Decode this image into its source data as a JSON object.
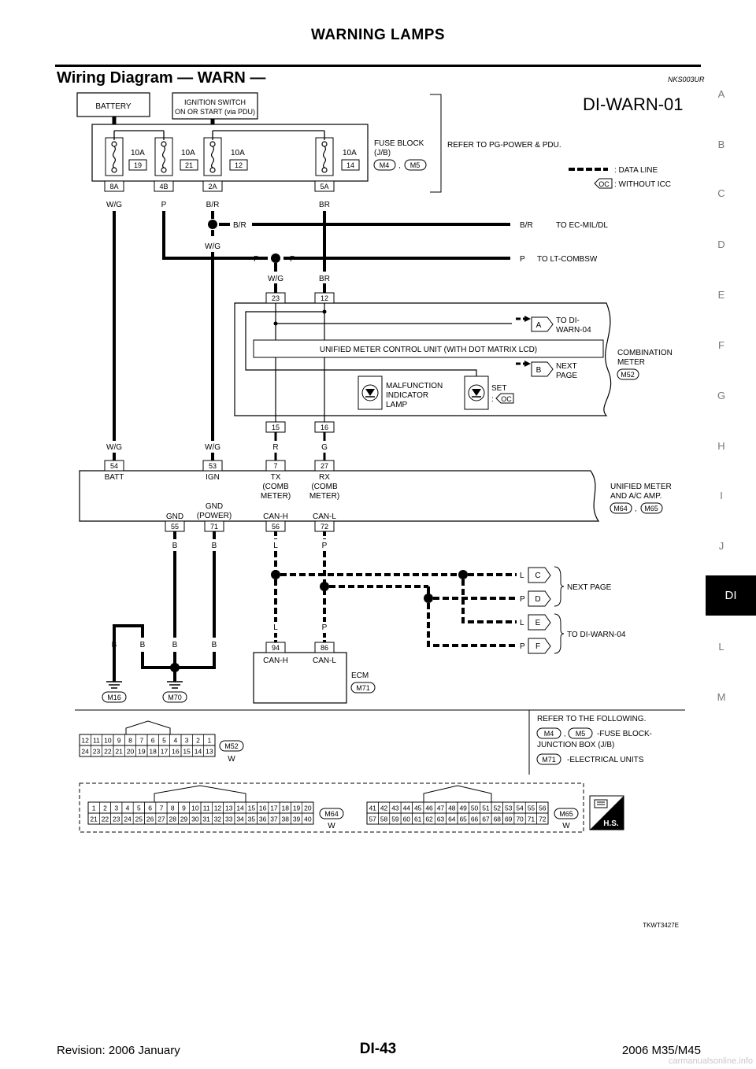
{
  "header": {
    "title": "WARNING LAMPS"
  },
  "section": {
    "title": "Wiring Diagram — WARN —",
    "code": "NKS003UR"
  },
  "side_index": [
    "A",
    "B",
    "C",
    "D",
    "E",
    "F",
    "G",
    "H",
    "I",
    "J",
    "DI",
    "L",
    "M"
  ],
  "side_index_active": "DI",
  "diagram": {
    "id": "DI-WARN-01",
    "battery": "BATTERY",
    "ignition_line1": "IGNITION SWITCH",
    "ignition_line2": "ON OR START (via PDU)",
    "fuse_block_line1": "FUSE BLOCK",
    "fuse_block_line2": "(J/B)",
    "fuse_conn_1": "M4",
    "fuse_conn_2": "M5",
    "comma": ",",
    "refer_pg": "REFER TO PG-POWER & PDU.",
    "legend_data_line": ": DATA LINE",
    "legend_oc_tag": "OC",
    "legend_without_icc": ": WITHOUT ICC",
    "fuses": [
      {
        "amp": "10A",
        "num": "19",
        "term": "8A"
      },
      {
        "amp": "10A",
        "num": "21",
        "term": "4B"
      },
      {
        "amp": "10A",
        "num": "12",
        "term": "2A"
      },
      {
        "amp": "10A",
        "num": "14",
        "term": "5A"
      }
    ],
    "wire_wg": "W/G",
    "wire_p": "P",
    "wire_br_slash": "B/R",
    "wire_br": "BR",
    "wire_r": "R",
    "wire_g": "G",
    "wire_b": "B",
    "wire_l": "L",
    "to_ec_mil": "TO EC-MIL/DL",
    "to_lt_combsw": "TO LT-COMBSW",
    "meter_term_23": "23",
    "meter_term_12": "12",
    "meter_term_15": "15",
    "meter_term_16": "16",
    "unified_ctrl": "UNIFIED METER CONTROL UNIT (WITH DOT MATRIX LCD)",
    "tag_a": "A",
    "tag_b": "B",
    "tag_c": "C",
    "tag_d": "D",
    "tag_e": "E",
    "tag_f": "F",
    "to_di_warn04_l1": "TO DI-",
    "to_di_warn04_l2": "WARN-04",
    "next_page_l1": "NEXT",
    "next_page_l2": "PAGE",
    "combination_l1": "COMBINATION",
    "combination_l2": "METER",
    "combination_conn": "M52",
    "mil_l1": "MALFUNCTION",
    "mil_l2": "INDICATOR",
    "mil_l3": "LAMP",
    "set_label": "SET",
    "set_colon": ":",
    "amp_terms": [
      {
        "num": "54",
        "name1": "BATT"
      },
      {
        "num": "53",
        "name1": "IGN"
      },
      {
        "num": "7",
        "name1": "TX",
        "name2": "(COMB",
        "name3": "METER)"
      },
      {
        "num": "27",
        "name1": "RX",
        "name2": "(COMB",
        "name3": "METER)"
      }
    ],
    "amp_label_l1": "UNIFIED METER",
    "amp_label_l2": "AND A/C AMP.",
    "amp_conn_1": "M64",
    "amp_conn_2": "M65",
    "amp_bottom_terms": [
      {
        "num": "55",
        "name": "GND"
      },
      {
        "num": "71",
        "name": "GND",
        "name2": "(POWER)"
      },
      {
        "num": "56",
        "name": "CAN-H"
      },
      {
        "num": "72",
        "name": "CAN-L"
      }
    ],
    "next_page_cd": "NEXT PAGE",
    "to_di_warn04": "TO DI-WARN-04",
    "ecm_terms": [
      {
        "num": "94",
        "name": "CAN-H"
      },
      {
        "num": "86",
        "name": "CAN-L"
      }
    ],
    "ecm_label": "ECM",
    "ecm_conn": "M71",
    "ground_m16": "M16",
    "ground_m70": "M70",
    "refer_following": "REFER TO THE FOLLOWING.",
    "ref_m4": "M4",
    "ref_m5": "M5",
    "ref_fuse_l1": "-FUSE BLOCK-",
    "ref_fuse_l2": "JUNCTION BOX (J/B)",
    "ref_m71": "M71",
    "ref_elec": "-ELECTRICAL UNITS",
    "m52_label": "M52",
    "m52_color": "W",
    "m52_top": [
      "12",
      "11",
      "10",
      "9",
      "8",
      "7",
      "6",
      "5",
      "4",
      "3",
      "2",
      "1"
    ],
    "m52_bottom": [
      "24",
      "23",
      "22",
      "21",
      "20",
      "19",
      "18",
      "17",
      "16",
      "15",
      "14",
      "13"
    ],
    "m64_label": "M64",
    "m64_color": "W",
    "m64_top": [
      "1",
      "2",
      "3",
      "4",
      "5",
      "6",
      "7",
      "8",
      "9",
      "10",
      "11",
      "12",
      "13",
      "14",
      "15",
      "16",
      "17",
      "18",
      "19",
      "20"
    ],
    "m64_bottom": [
      "21",
      "22",
      "23",
      "24",
      "25",
      "26",
      "27",
      "28",
      "29",
      "30",
      "31",
      "32",
      "33",
      "34",
      "35",
      "36",
      "37",
      "38",
      "39",
      "40"
    ],
    "m65_label": "M65",
    "m65_color": "W",
    "m65_top": [
      "41",
      "42",
      "43",
      "44",
      "45",
      "46",
      "47",
      "48",
      "49",
      "50",
      "51",
      "52",
      "53",
      "54",
      "55",
      "56"
    ],
    "m65_bottom": [
      "57",
      "58",
      "59",
      "60",
      "61",
      "62",
      "63",
      "64",
      "65",
      "66",
      "67",
      "68",
      "69",
      "70",
      "71",
      "72"
    ],
    "hs_label": "H.S.",
    "figure_code": "TKWT3427E"
  },
  "footer": {
    "revision": "Revision: 2006 January",
    "page": "DI-43",
    "model": "2006 M35/M45"
  },
  "watermark": "carmanualsonline.info"
}
